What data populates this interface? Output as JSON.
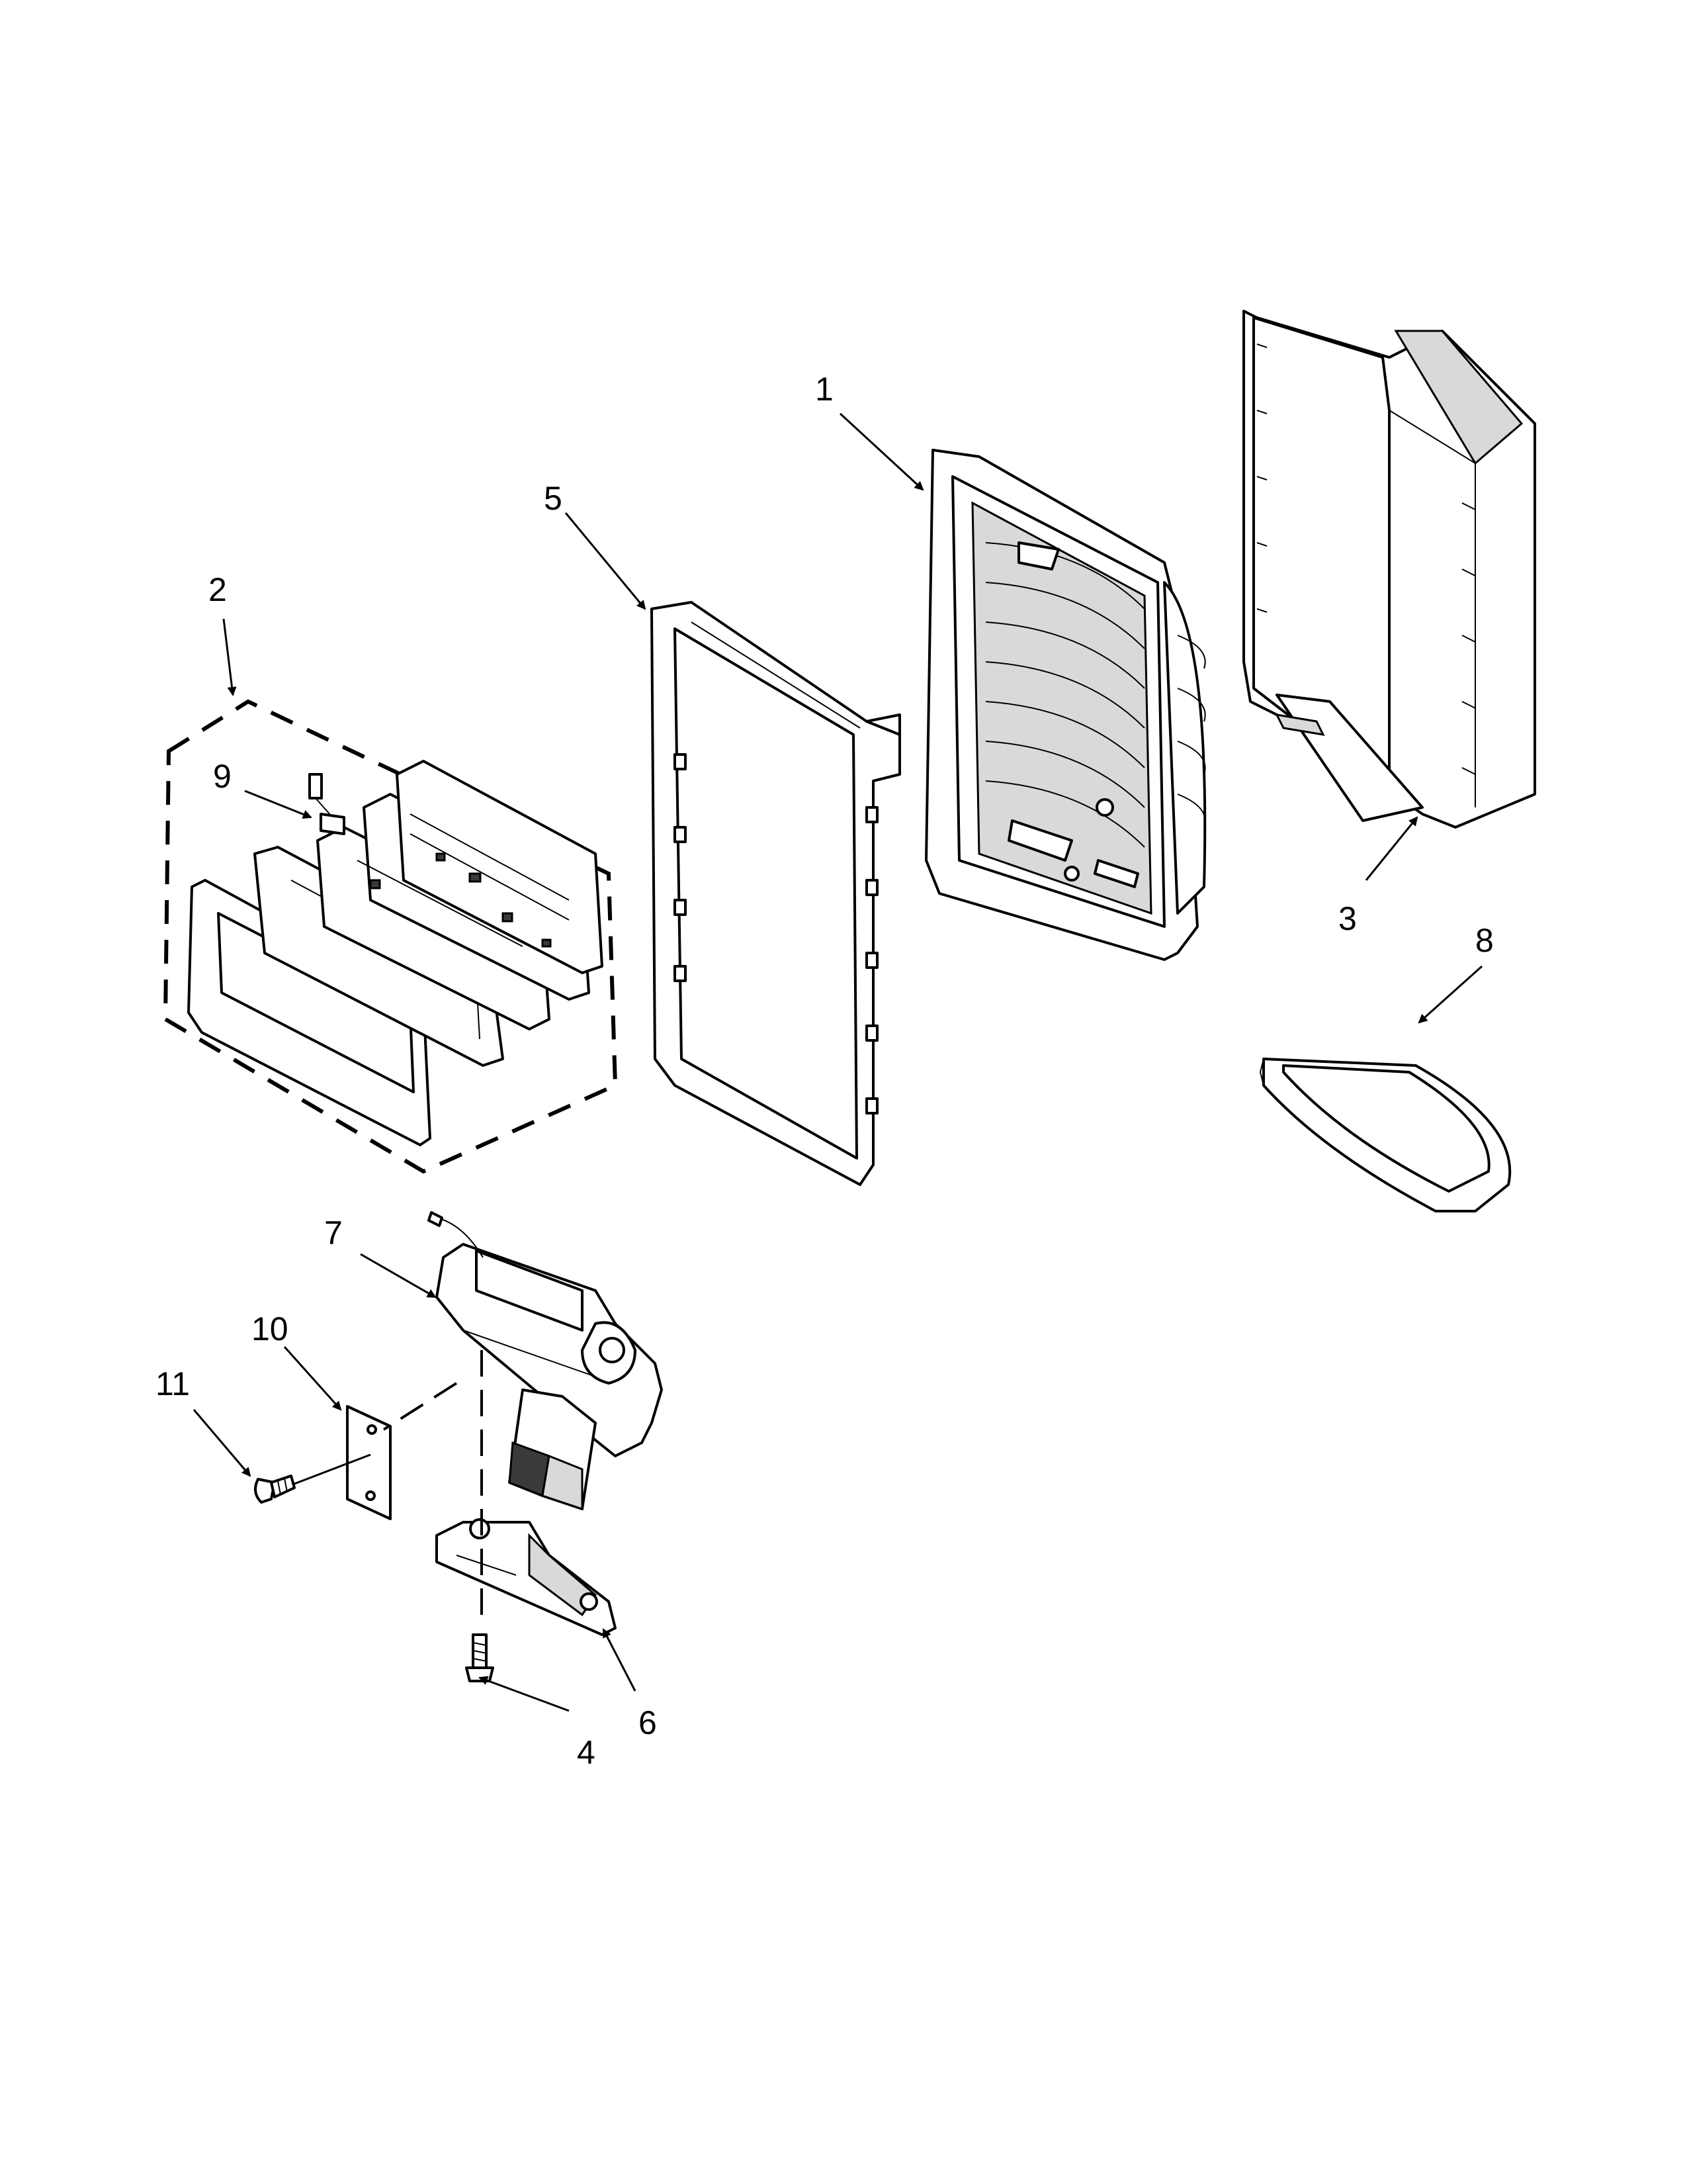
{
  "callouts": {
    "c1": "1",
    "c2": "2",
    "c3": "3",
    "c4": "4",
    "c5": "5",
    "c6": "6",
    "c7": "7",
    "c8": "8",
    "c9": "9",
    "c10": "10",
    "c11": "11"
  }
}
